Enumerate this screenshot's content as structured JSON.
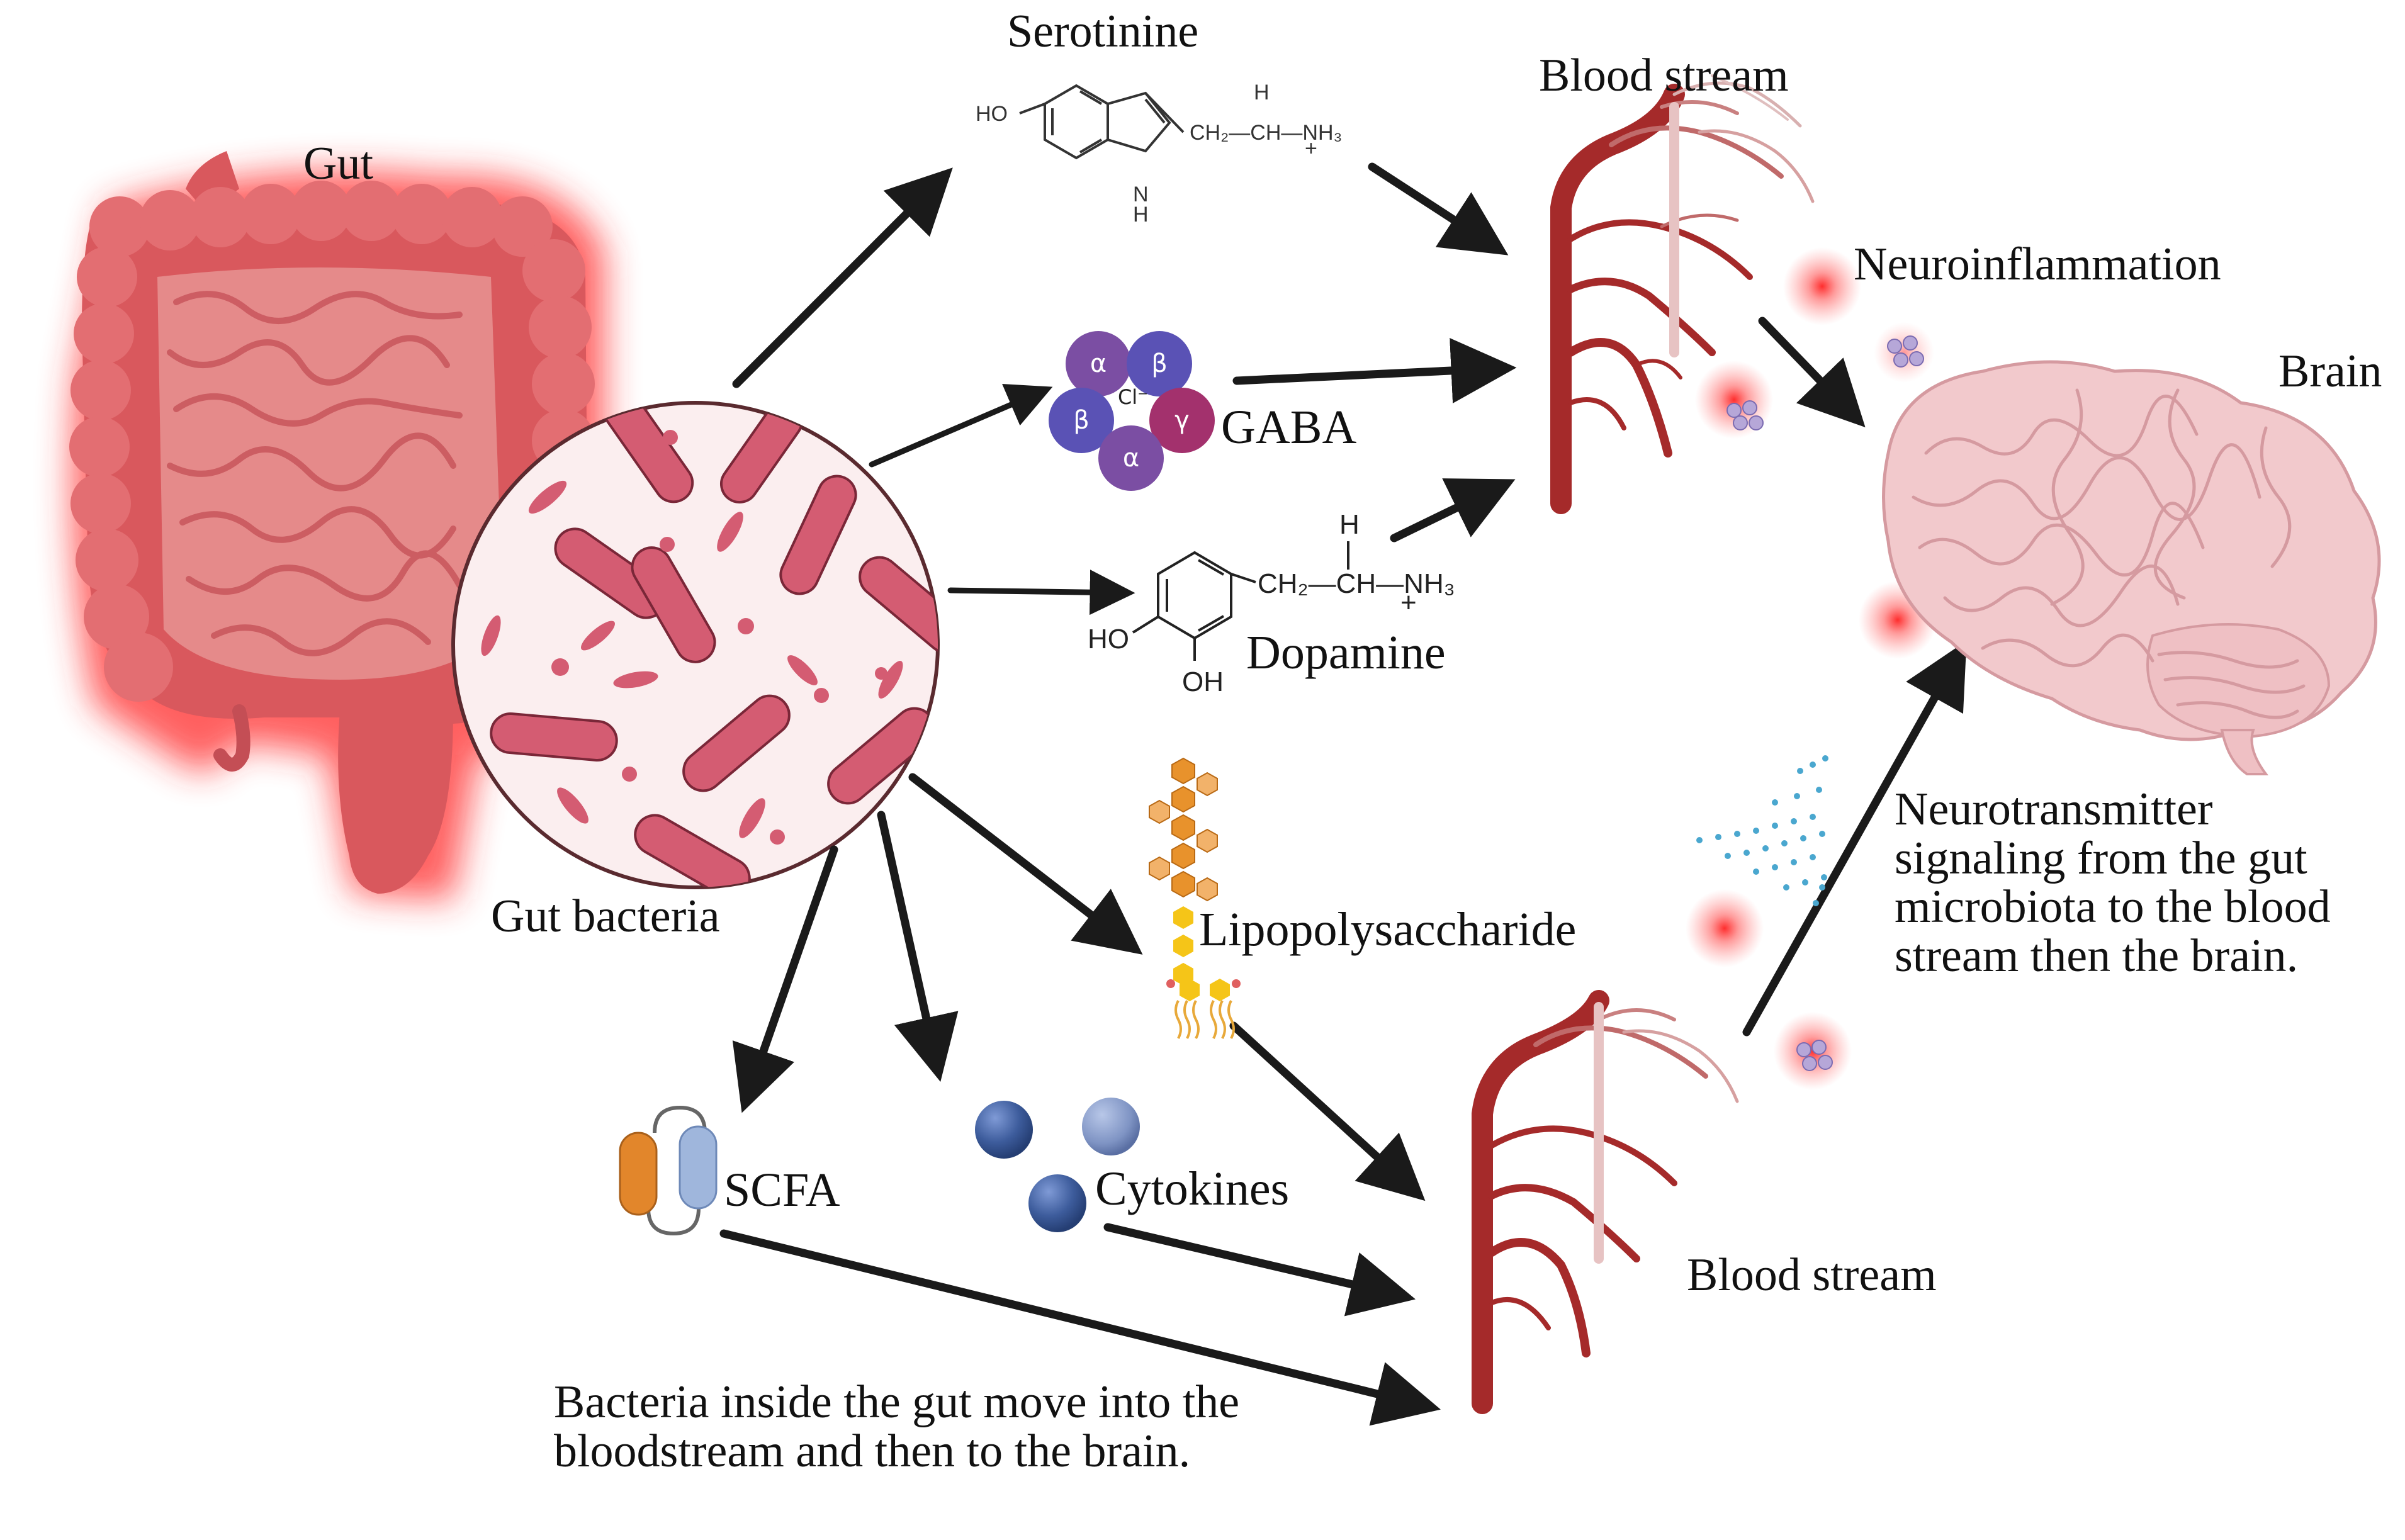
{
  "labels": {
    "gut": "Gut",
    "gut_bacteria": "Gut bacteria",
    "serotonine": "Serotinine",
    "gaba": "GABA",
    "dopamine": "Dopamine",
    "lipopolysaccharide": "Lipopolysaccharide",
    "scfa": "SCFA",
    "cytokines": "Cytokines",
    "blood_stream_top": "Blood stream",
    "blood_stream_bottom": "Blood stream",
    "neuroinflammation": "Neuroinflammation",
    "brain": "Brain"
  },
  "captions": {
    "bacteria_path": "Bacteria inside the gut move into the bloodstream and then to the brain.",
    "neurotransmitter": "Neurotransmitter signaling from the gut microbiota to the blood stream then the brain."
  },
  "chem": {
    "serotonin_ho": "HO",
    "serotonin_chain": "CH₂—CH—NH₃",
    "serotonin_h": "H",
    "serotonin_plus": "+",
    "serotonin_nh": "N",
    "serotonin_nh_h": "H",
    "gaba_alpha1": "α",
    "gaba_beta1": "β",
    "gaba_beta2": "β",
    "gaba_cl": "Cl⁻",
    "gaba_gamma": "γ",
    "gaba_alpha2": "α",
    "dopamine_chain": "CH₂—CH—NH₃",
    "dopamine_h": "H",
    "dopamine_plus": "+",
    "dopamine_ho": "HO",
    "dopamine_oh": "OH"
  },
  "colors": {
    "gut": "#d9585d",
    "gut_glow": "#ff2020",
    "vessel": "#a52a2a",
    "bacteria": "#d45c72",
    "bacteria_bg": "#fbeeef",
    "brain": "#f2c9cc",
    "gaba_purple": "#7b4ea3",
    "gaba_blue": "#5a52b5",
    "gaba_magenta": "#a3316d",
    "cytokine": "#3d5c9c",
    "scfa_orange": "#e2862b",
    "scfa_blue": "#9fb6dc",
    "lps_orange": "#e8922c",
    "lps_yellow": "#f5c518",
    "arrow": "#1a1a1a"
  }
}
